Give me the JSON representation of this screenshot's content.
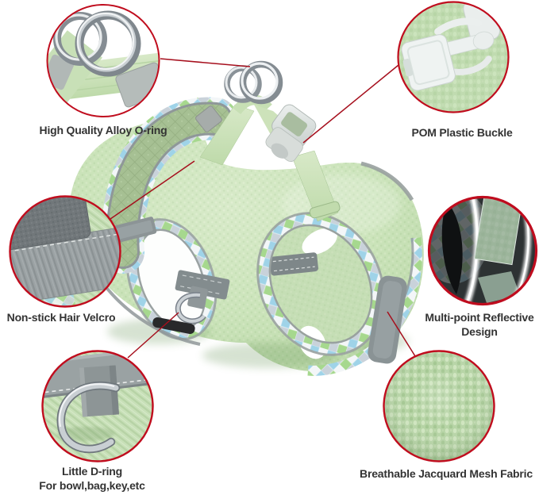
{
  "image_type": "product feature callout diagram",
  "product": "green mesh dog harness vest",
  "colors": {
    "background": "#ffffff",
    "callout_ring_red": "#c00d1e",
    "connector_line_red": "#a60f1d",
    "label_text": "#333333",
    "harness_mesh_green": "#cbe3ba",
    "plaid_blue": "#9fd3e8",
    "plaid_green": "#a6d88e",
    "hardware_silver": "#c3c9cd",
    "reflective_gray": "#8c9496",
    "buckle_white": "#eef2f1"
  },
  "callouts": [
    {
      "id": "oring",
      "label": "High Quality Alloy O-ring",
      "inset": "alloy-o-rings-closeup"
    },
    {
      "id": "buckle",
      "label": "POM Plastic Buckle",
      "inset": "plastic-buckle-closeup"
    },
    {
      "id": "velcro",
      "label": "Non-stick Hair Velcro",
      "inset": "velcro-closeup"
    },
    {
      "id": "reflective",
      "label": "Multi-point Reflective",
      "label2": "Design",
      "inset": "reflective-strips-closeup"
    },
    {
      "id": "dring",
      "label": "Little D-ring",
      "label2": "For bowl,bag,key,etc",
      "inset": "d-ring-closeup"
    },
    {
      "id": "mesh",
      "label": "Breathable Jacquard Mesh Fabric",
      "inset": "jacquard-mesh-closeup"
    }
  ]
}
